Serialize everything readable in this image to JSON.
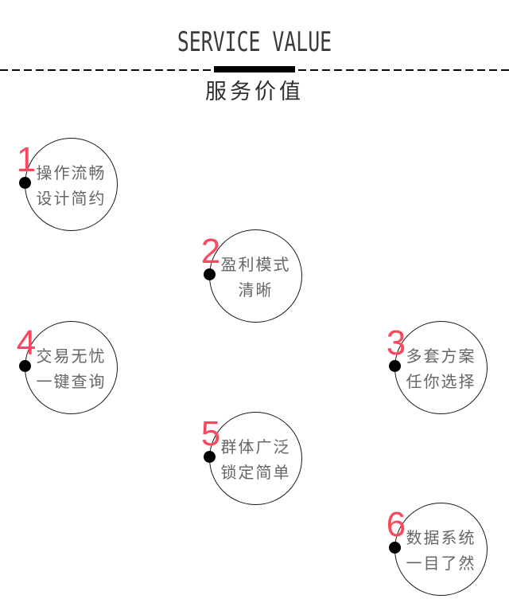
{
  "header": {
    "title": "SERVICE VALUE",
    "subtitle": "服务价值"
  },
  "colors": {
    "accent_red": "#f8495e",
    "circle_text_gray": "#666666",
    "title_dark": "#3b3b3b",
    "line_black": "#0a0a0a"
  },
  "items": [
    {
      "number": "1",
      "lines": [
        "操作流畅",
        "设计简约"
      ]
    },
    {
      "number": "2",
      "lines": [
        "盈利模式",
        "清晰"
      ]
    },
    {
      "number": "3",
      "lines": [
        "多套方案",
        "任你选择"
      ]
    },
    {
      "number": "4",
      "lines": [
        "交易无忧",
        "一键查询"
      ]
    },
    {
      "number": "5",
      "lines": [
        "群体广泛",
        "锁定简单"
      ]
    },
    {
      "number": "6",
      "lines": [
        "数据系统",
        "一目了然"
      ]
    }
  ]
}
